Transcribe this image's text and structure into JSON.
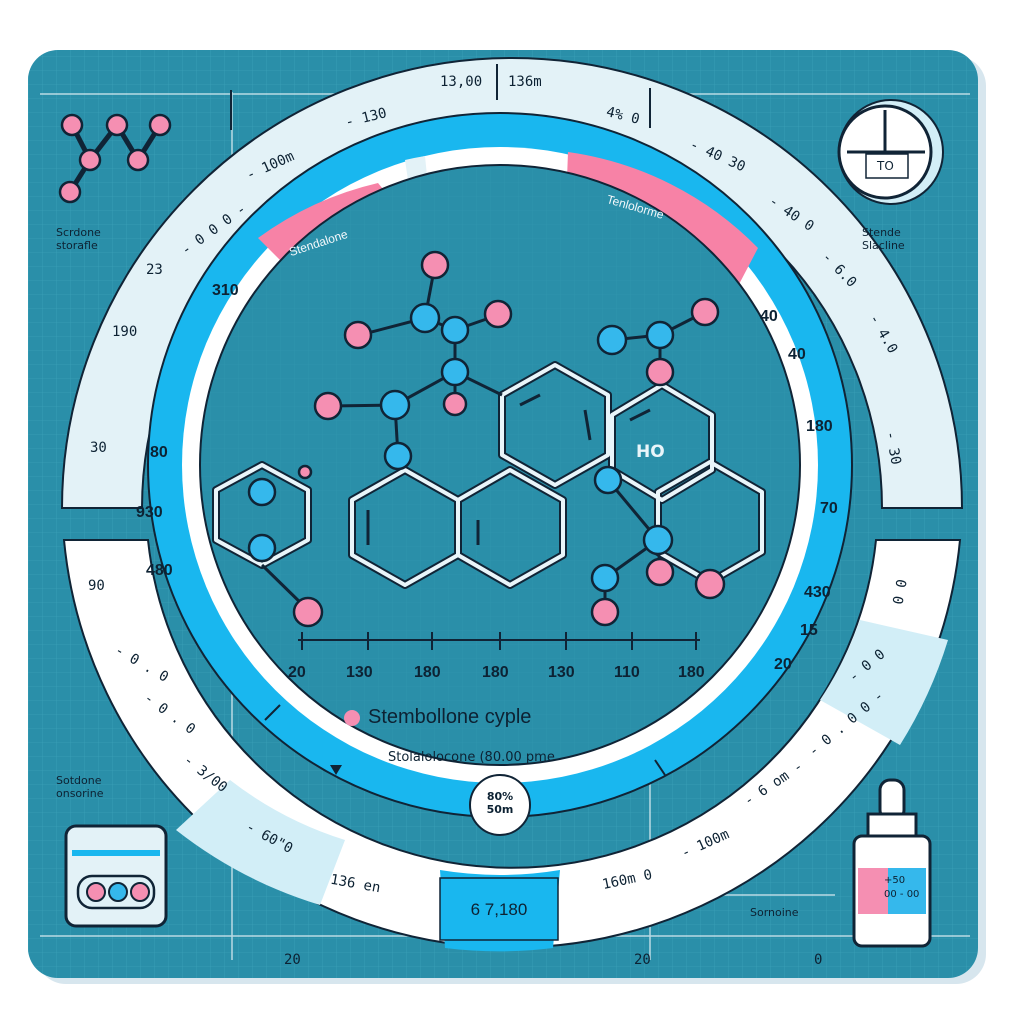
{
  "colors": {
    "panel": "#2a8fa9",
    "panel_dark": "#237c94",
    "grid": "#3aa0b8",
    "ring_light": "#dff1f7",
    "ring_white": "#ffffff",
    "ring_blue": "#19b7ef",
    "band_pink": "#f782a6",
    "atom_pink": "#f58fb2",
    "atom_blue": "#35b8ec",
    "bond": "#102436"
  },
  "corner_labels": {
    "top_left": [
      "Scrdone",
      "storafle"
    ],
    "top_right": [
      "Stende",
      "Slacline"
    ],
    "bottom_left": [
      "Sotdone",
      "onsorine"
    ],
    "bottom_right": "Sornoine"
  },
  "dial": {
    "label": "TO"
  },
  "outer_ring": {
    "top": [
      "13,00",
      "136m"
    ],
    "top_left": [
      "- 130",
      "- 100m",
      "- 0 0 0 -"
    ],
    "top_right": [
      "4% 0",
      "- 40 30",
      "- 40 0",
      "- 6.0",
      "- 4.0"
    ],
    "left": [
      "23",
      "190",
      "30"
    ],
    "right": [
      "- 30"
    ],
    "lower_left": [
      "90",
      "- 0 . 0",
      "- 0 . 0",
      "- 3/00",
      "- 60\"0"
    ],
    "lower_right": [
      "0 0",
      "- 0 0",
      "- 0 . 0 0 -",
      "- 6 om -",
      "- 100m"
    ],
    "bottom": [
      "136 en",
      "160m 0"
    ]
  },
  "inner_ring": {
    "left": [
      "310",
      "80",
      "930",
      "480"
    ],
    "right": [
      "40",
      "40",
      "180",
      "70",
      "430",
      "15",
      "20"
    ]
  },
  "bands": {
    "pink_left": "Stendalone",
    "pink_right": "Tenlolorme"
  },
  "molecule": {
    "hetero_label": "HO"
  },
  "axis_ticks": [
    "20",
    "130",
    "180",
    "180",
    "130",
    "110",
    "180"
  ],
  "legend": {
    "title": "Stembollone cyple"
  },
  "subtitle": "Stolalolocone (80.00 pme",
  "badge": [
    "80%",
    "50m"
  ],
  "bottom_box": "6 7,180",
  "bottom_scale": [
    "20",
    "20",
    "0"
  ],
  "bottle_label": [
    "+50",
    "00 - 00"
  ]
}
